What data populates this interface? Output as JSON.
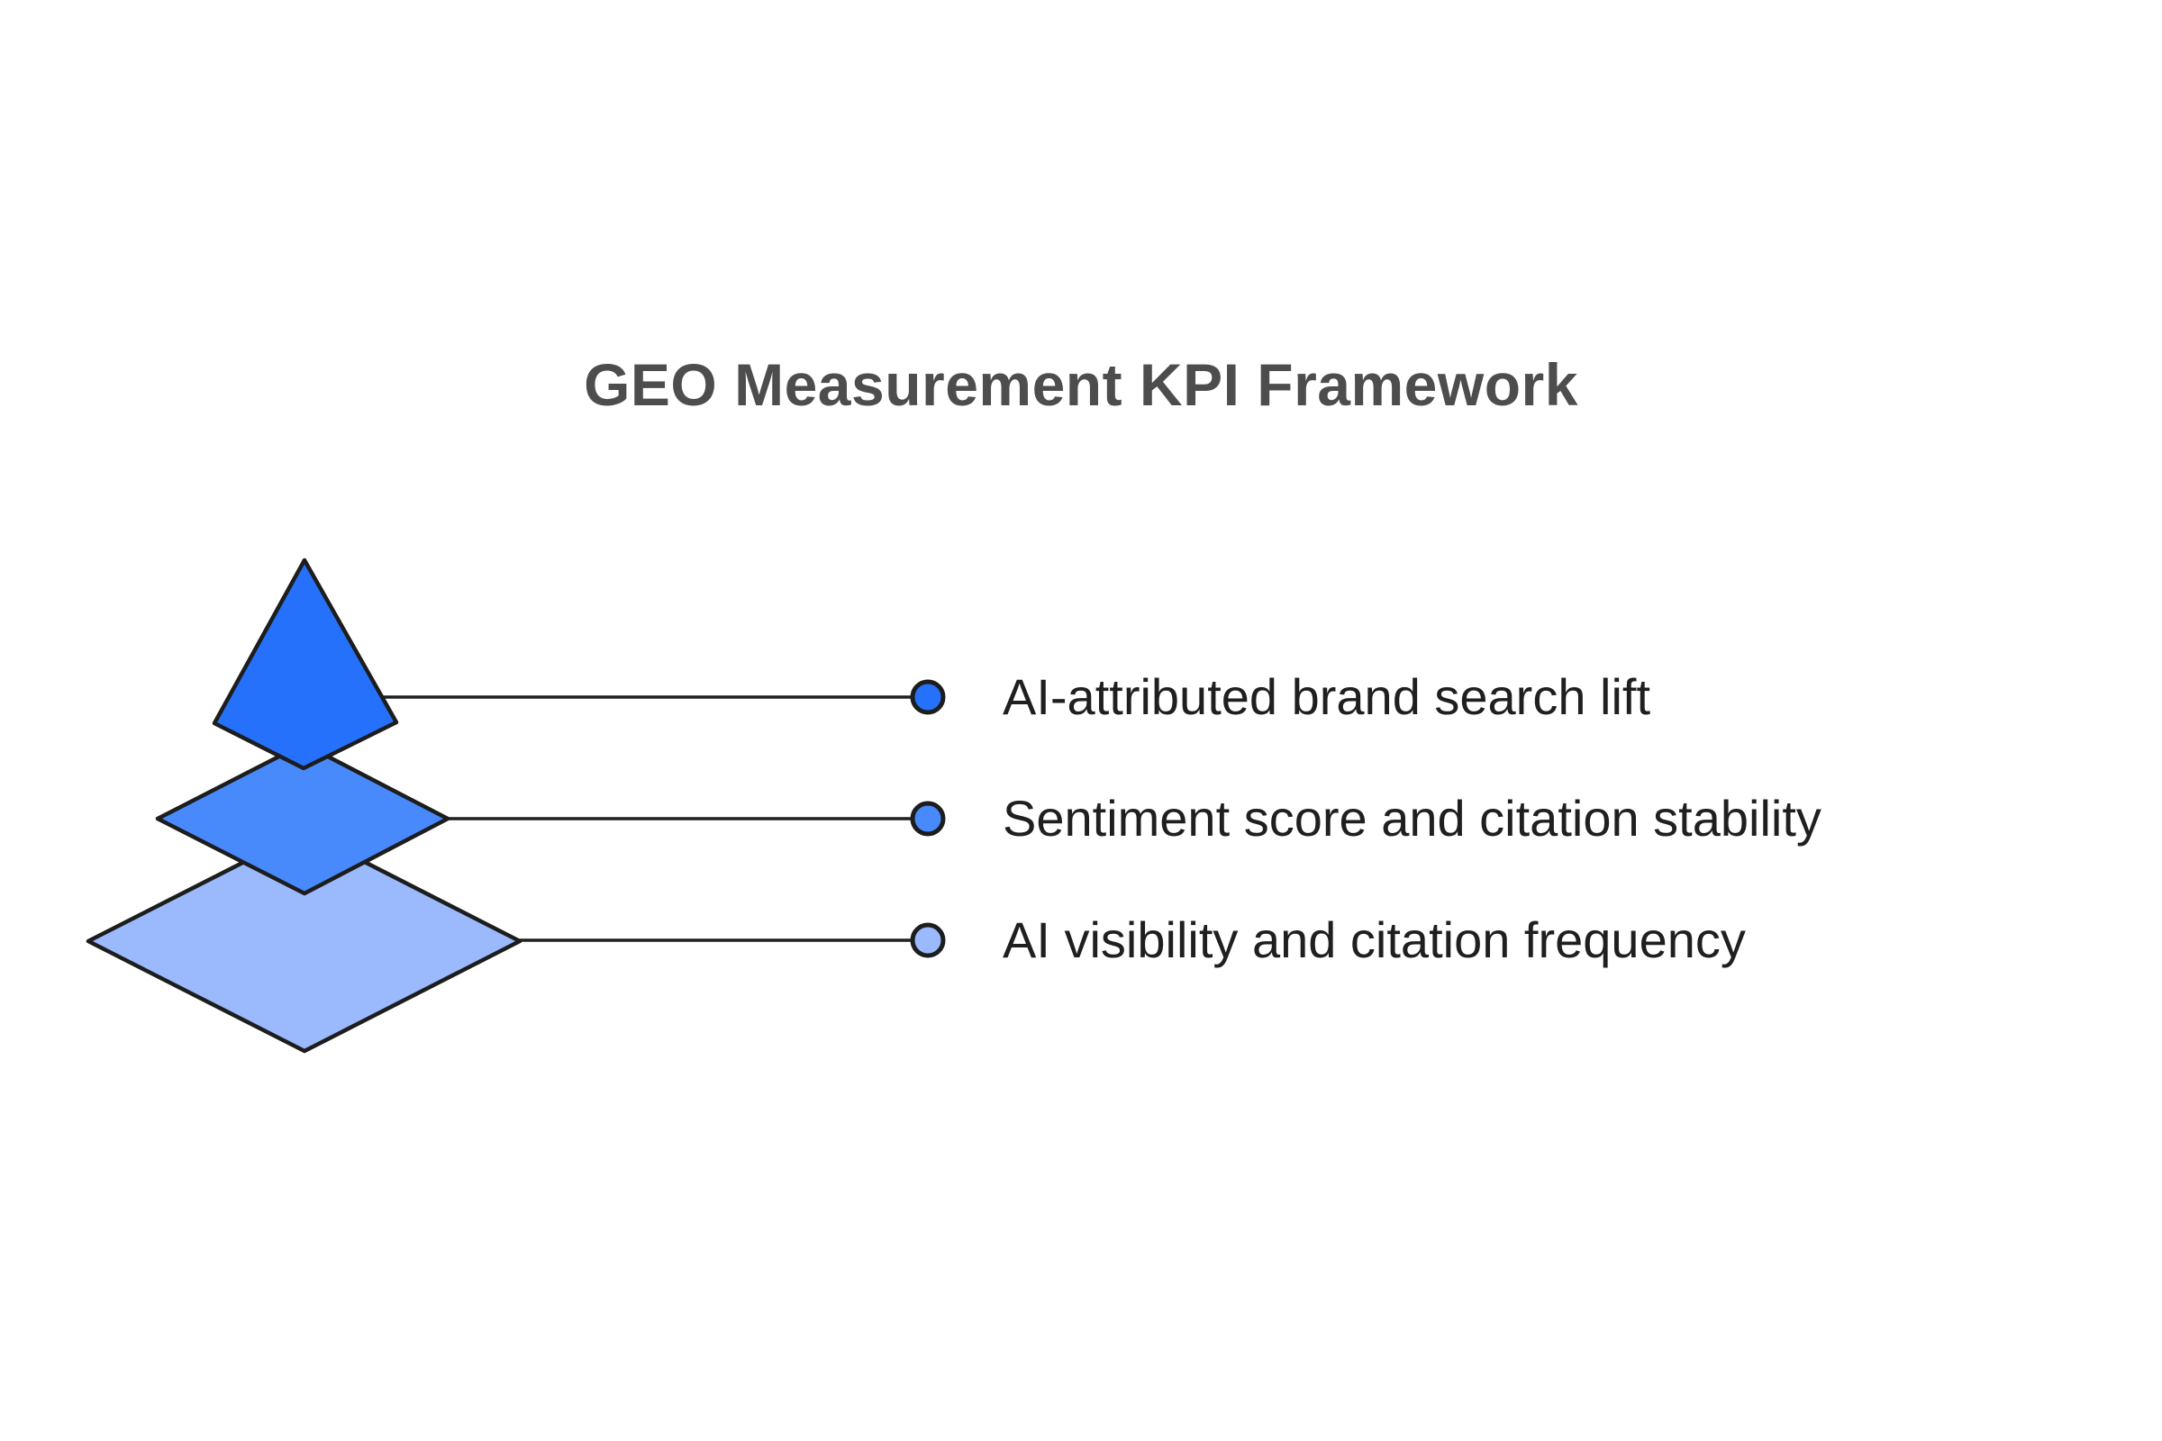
{
  "title": "GEO Measurement KPI Framework",
  "colors": {
    "background": "#ffffff",
    "title_text": "#4d4d4d",
    "label_text": "#1f1f1f",
    "outline": "#1d1d1d",
    "connector_line": "#1f1f1f"
  },
  "pyramid": {
    "levels": [
      {
        "rank": 1,
        "shape": "kite",
        "color": "#2671FB",
        "label": "AI-attributed brand search lift"
      },
      {
        "rank": 2,
        "shape": "diamond",
        "color": "#4889FB",
        "label": "Sentiment score and citation stability"
      },
      {
        "rank": 3,
        "shape": "diamond",
        "color": "#9ABAFD",
        "label": "AI visibility and citation frequency"
      }
    ]
  }
}
